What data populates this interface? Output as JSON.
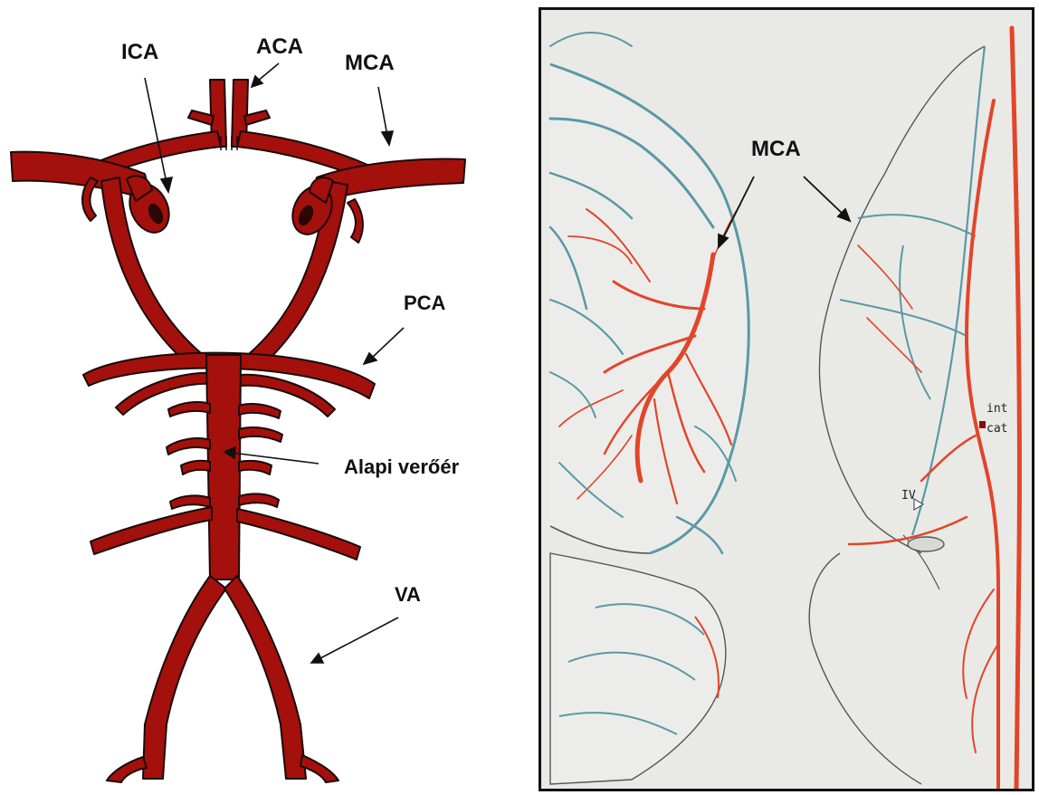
{
  "left_diagram": {
    "labels": {
      "ica": "ICA",
      "aca": "ACA",
      "mca": "MCA",
      "pca": "PCA",
      "basilar": "Alapi verőér",
      "va": "VA"
    }
  },
  "right_illustration": {
    "labels": {
      "mca": "MCA",
      "int": "int",
      "cat": "cat",
      "roman_iv": "IV"
    }
  },
  "colors": {
    "artery_dark": "#a4100c",
    "artery_outline": "#1a0a0a",
    "vessel_orange": "#e2452a",
    "vessel_teal": "#5b98a6",
    "panel_bg": "#e9eae6"
  }
}
